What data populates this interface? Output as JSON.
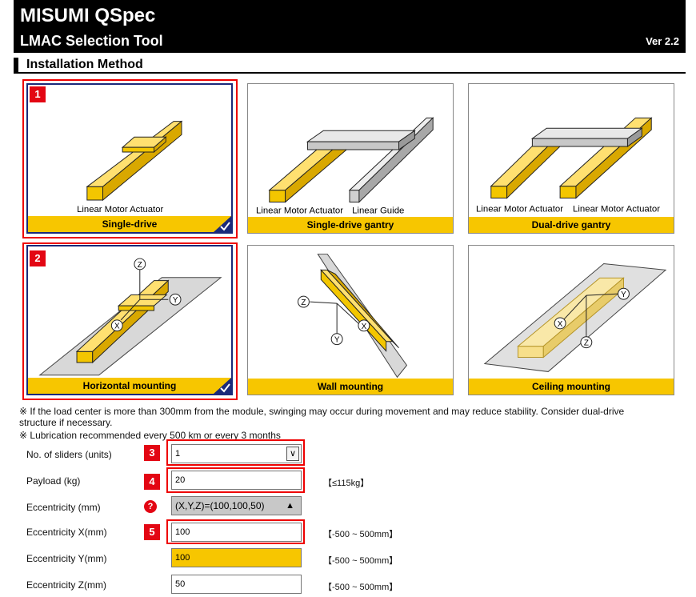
{
  "header": {
    "app_title": "MISUMI QSpec",
    "tool_title": "LMAC Selection Tool",
    "version": "Ver 2.2"
  },
  "section": {
    "title": "Installation Method"
  },
  "cards": [
    {
      "caption": "Single-drive",
      "labels": [
        "Linear Motor Actuator"
      ],
      "selected": true
    },
    {
      "caption": "Single-drive gantry",
      "labels": [
        "Linear Motor Actuator",
        "Linear Guide"
      ],
      "selected": false
    },
    {
      "caption": "Dual-drive gantry",
      "labels": [
        "Linear Motor Actuator",
        "Linear Motor Actuator"
      ],
      "selected": false
    },
    {
      "caption": "Horizontal mounting",
      "labels": [],
      "selected": true
    },
    {
      "caption": "Wall mounting",
      "labels": [],
      "selected": false
    },
    {
      "caption": "Ceiling mounting",
      "labels": [],
      "selected": false
    }
  ],
  "axis_letters": {
    "x": "X",
    "y": "Y",
    "z": "Z"
  },
  "badges": [
    "1",
    "2",
    "3",
    "4",
    "5"
  ],
  "notes": [
    "※ If the load center is more than 300mm from the module, swinging may occur during movement and may reduce stability. Consider dual-drive",
    "structure if necessary.",
    "※ Lubrication recommended every 500 km or every 3 months"
  ],
  "form": {
    "sliders": {
      "label": "No. of sliders (units)",
      "value": "1",
      "arrow": "∨"
    },
    "payload": {
      "label": "Payload (kg)",
      "value": "20",
      "range": "【≤115kg】"
    },
    "eccentricity": {
      "label": "Eccentricity (mm)",
      "help": "?",
      "value": "(X,Y,Z)=(100,100,50)",
      "arrow": "▲"
    },
    "ecc_x": {
      "label": "Eccentricity X(mm)",
      "value": "100",
      "range": "【-500 ~ 500mm】"
    },
    "ecc_y": {
      "label": "Eccentricity Y(mm)",
      "value": "100",
      "range": "【-500 ~ 500mm】"
    },
    "ecc_z": {
      "label": "Eccentricity Z(mm)",
      "value": "50",
      "range": "【-500 ~ 500mm】"
    }
  },
  "colors": {
    "accent_yellow": "#f7c600",
    "badge_red": "#e30613",
    "selected_border": "#1b2a7a",
    "header_bg": "#000000"
  }
}
